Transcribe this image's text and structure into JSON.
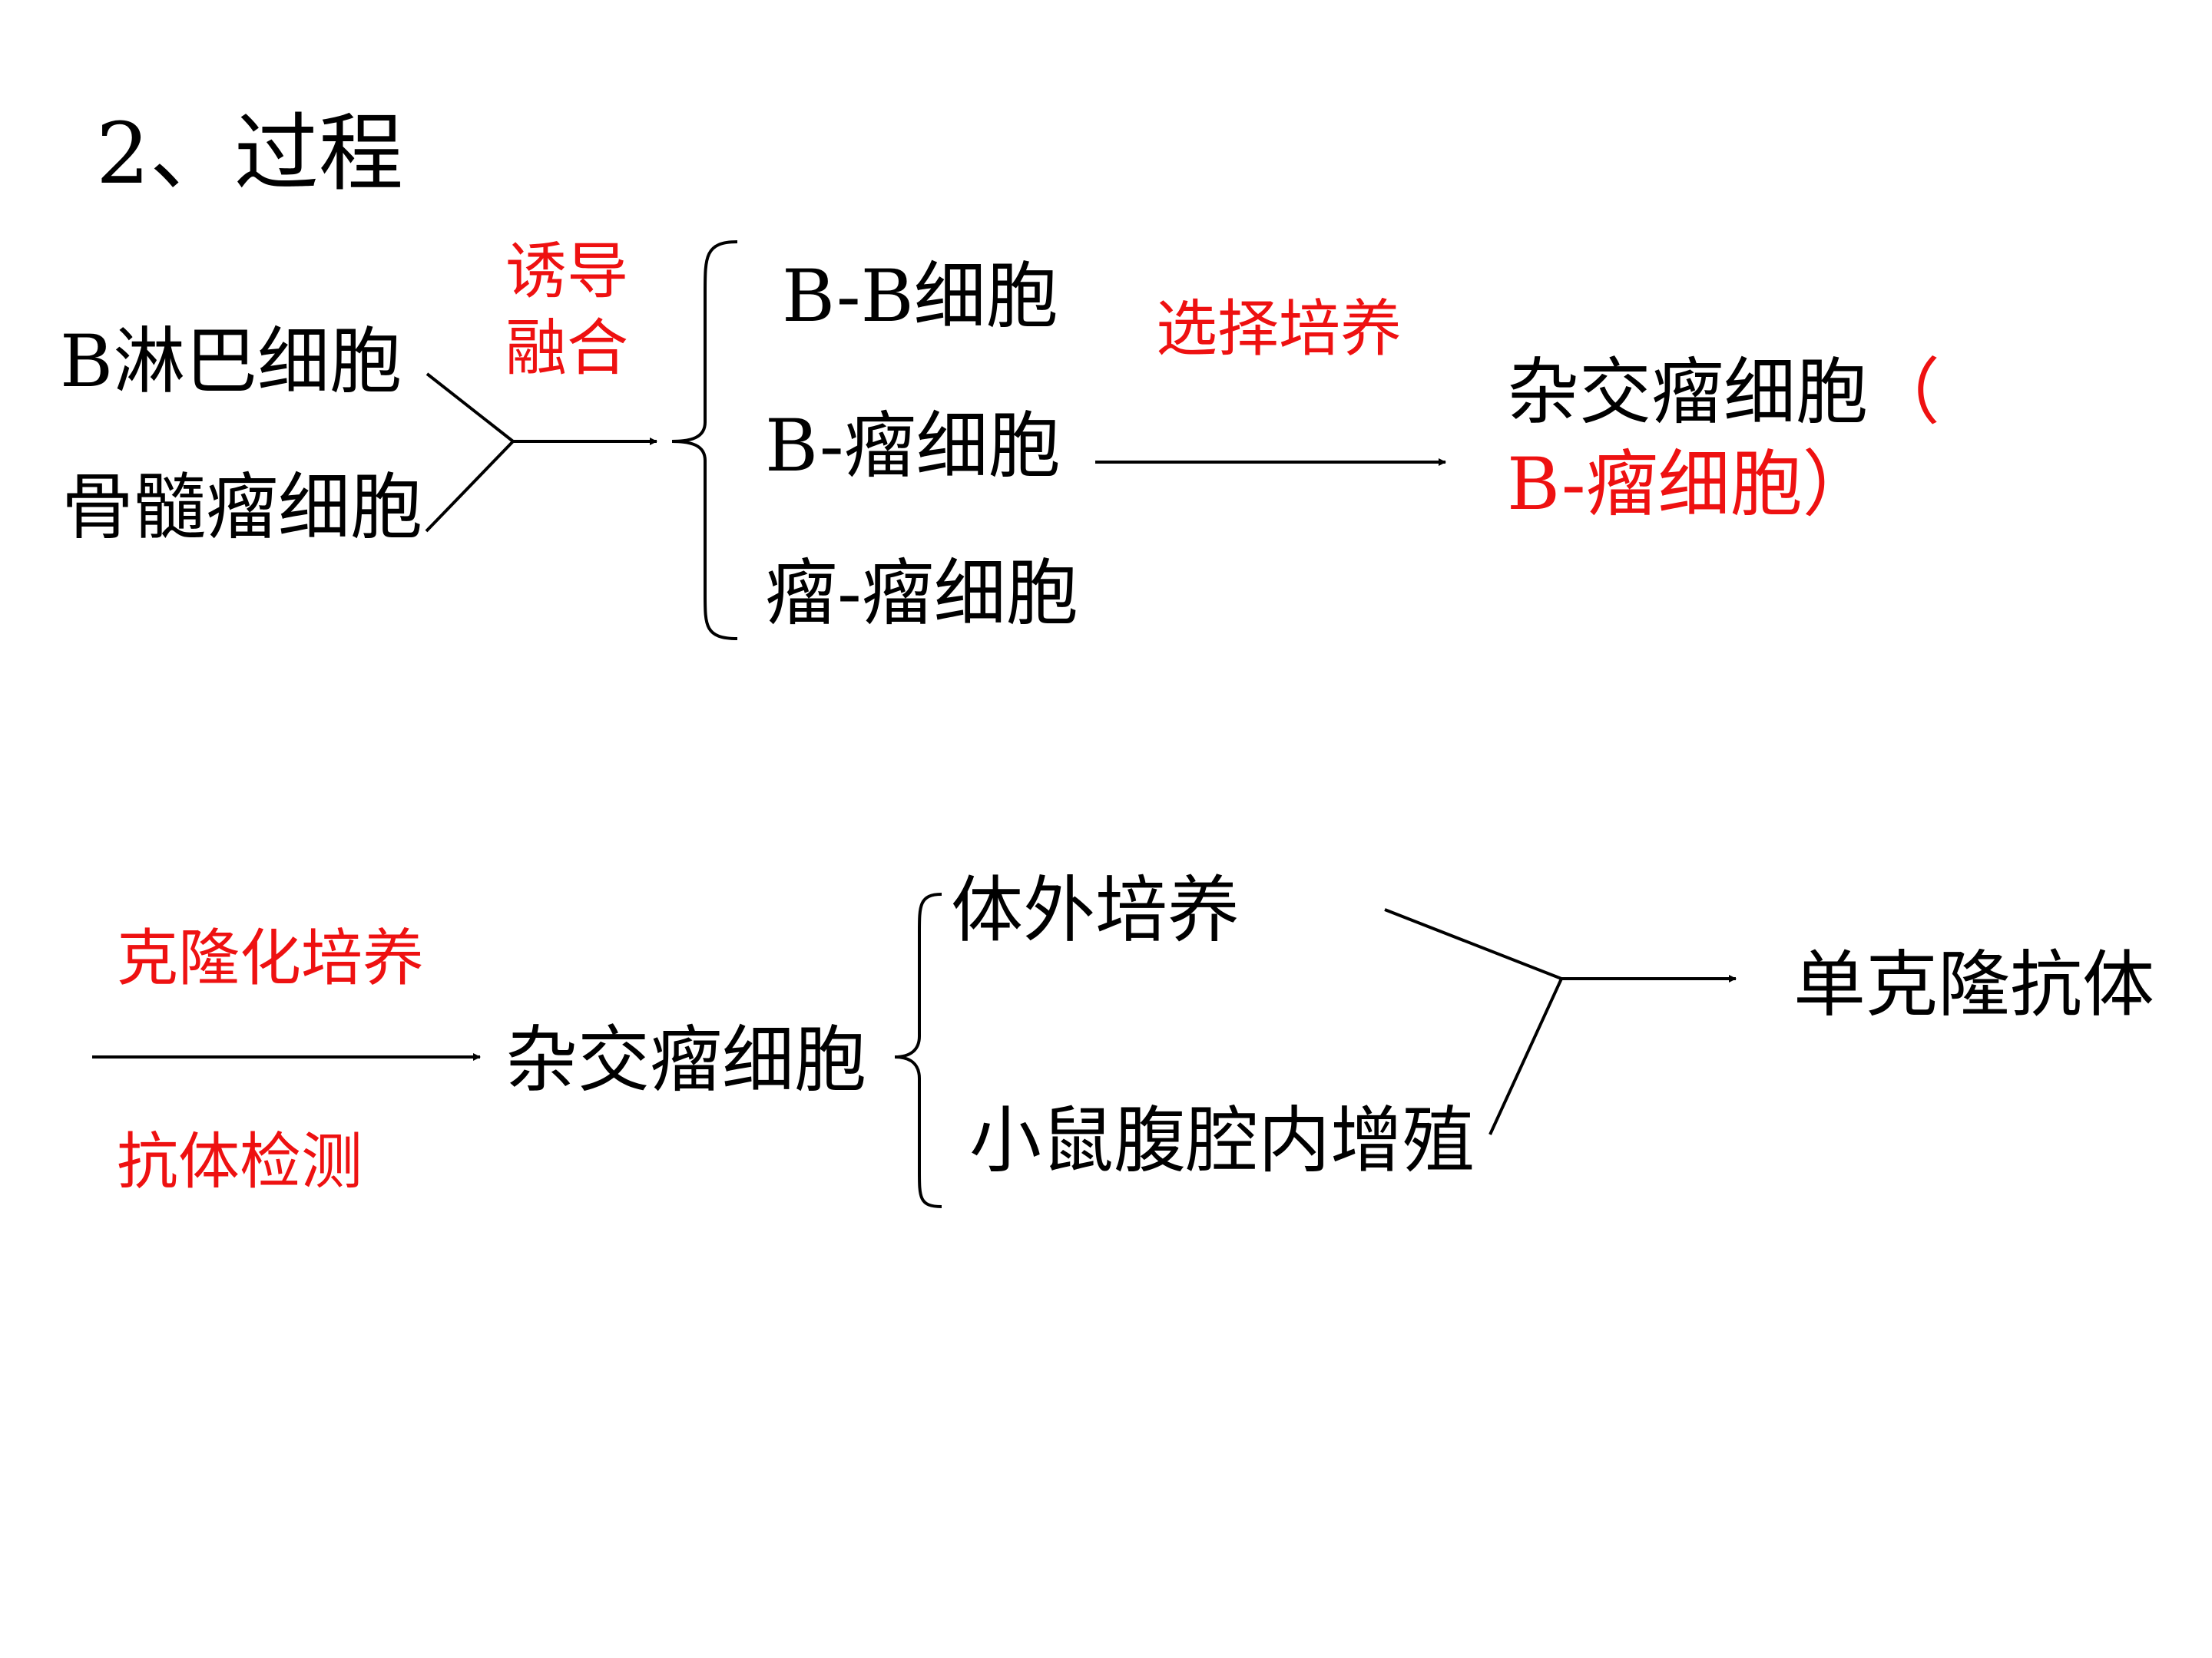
{
  "title": "2、过程",
  "colors": {
    "text": "#000000",
    "accent": "#ee1111"
  },
  "step1": {
    "inputs": [
      "B淋巴细胞",
      "骨髓瘤细胞"
    ],
    "fusion_label_line1": "诱导",
    "fusion_label_line2": "融合",
    "products": [
      "B-B细胞",
      "B-瘤细胞",
      "瘤-瘤细胞"
    ],
    "selection_label": "选择培养",
    "result_line1": "杂交瘤细胞",
    "result_paren_open": "（",
    "result_line2": "B-瘤细胞）"
  },
  "step2": {
    "label_top": "克隆化培养",
    "label_bottom": "抗体检测",
    "cell": "杂交瘤细胞",
    "branches": [
      "体外培养",
      "小鼠腹腔内增殖"
    ],
    "output": "单克隆抗体"
  }
}
